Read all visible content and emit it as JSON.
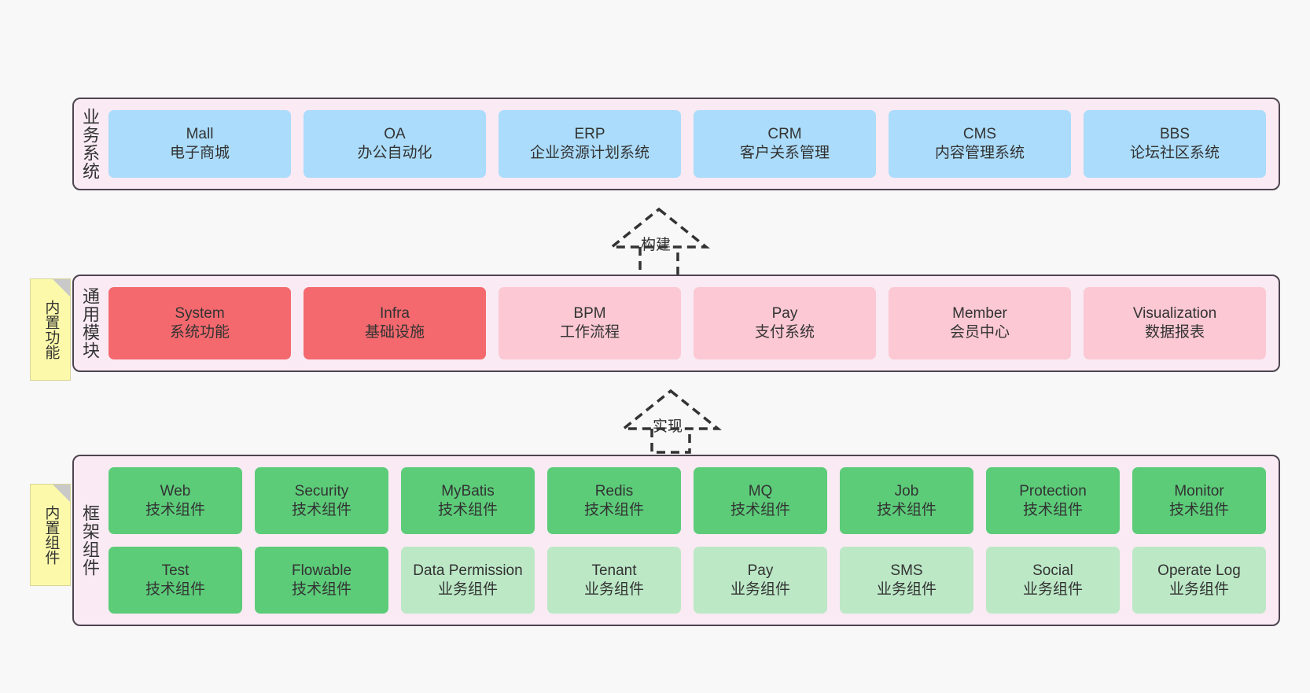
{
  "diagram": {
    "background_color": "#f8f8f8",
    "layer_fill": "#f9eaf3",
    "layer_border": "#4d4450",
    "note_fill": "#fcfaaa"
  },
  "layers": [
    {
      "id": "business-systems",
      "title": "业务系统",
      "rows": [
        {
          "cards": [
            {
              "name": "Mall",
              "subtitle": "电子商城",
              "color": "#abdcfb",
              "style": "c-blue"
            },
            {
              "name": "OA",
              "subtitle": "办公自动化",
              "color": "#abdcfb",
              "style": "c-blue"
            },
            {
              "name": "ERP",
              "subtitle": "企业资源计划系统",
              "color": "#abdcfb",
              "style": "c-blue"
            },
            {
              "name": "CRM",
              "subtitle": "客户关系管理",
              "color": "#abdcfb",
              "style": "c-blue"
            },
            {
              "name": "CMS",
              "subtitle": "内容管理系统",
              "color": "#abdcfb",
              "style": "c-blue"
            },
            {
              "name": "BBS",
              "subtitle": "论坛社区系统",
              "color": "#abdcfb",
              "style": "c-blue"
            }
          ]
        }
      ]
    },
    {
      "id": "common-modules",
      "title": "通用模块",
      "note": "内置功能",
      "rows": [
        {
          "cards": [
            {
              "name": "System",
              "subtitle": "系统功能",
              "color": "#f4696e",
              "style": "c-red"
            },
            {
              "name": "Infra",
              "subtitle": "基础设施",
              "color": "#f4696e",
              "style": "c-red"
            },
            {
              "name": "BPM",
              "subtitle": "工作流程",
              "color": "#fbc8d3",
              "style": "c-pink"
            },
            {
              "name": "Pay",
              "subtitle": "支付系统",
              "color": "#fbc8d3",
              "style": "c-pink"
            },
            {
              "name": "Member",
              "subtitle": "会员中心",
              "color": "#fbc8d3",
              "style": "c-pink"
            },
            {
              "name": "Visualization",
              "subtitle": "数据报表",
              "color": "#fbc8d3",
              "style": "c-pink"
            }
          ]
        }
      ]
    },
    {
      "id": "framework-components",
      "title": "框架组件",
      "note": "内置组件",
      "rows": [
        {
          "cards": [
            {
              "name": "Web",
              "subtitle": "技术组件",
              "color": "#5ccc79",
              "style": "c-green"
            },
            {
              "name": "Security",
              "subtitle": "技术组件",
              "color": "#5ccc79",
              "style": "c-green"
            },
            {
              "name": "MyBatis",
              "subtitle": "技术组件",
              "color": "#5ccc79",
              "style": "c-green"
            },
            {
              "name": "Redis",
              "subtitle": "技术组件",
              "color": "#5ccc79",
              "style": "c-green"
            },
            {
              "name": "MQ",
              "subtitle": "技术组件",
              "color": "#5ccc79",
              "style": "c-green"
            },
            {
              "name": "Job",
              "subtitle": "技术组件",
              "color": "#5ccc79",
              "style": "c-green"
            },
            {
              "name": "Protection",
              "subtitle": "技术组件",
              "color": "#5ccc79",
              "style": "c-green"
            },
            {
              "name": "Monitor",
              "subtitle": "技术组件",
              "color": "#5ccc79",
              "style": "c-green"
            }
          ]
        },
        {
          "cards": [
            {
              "name": "Test",
              "subtitle": "技术组件",
              "color": "#5ccc79",
              "style": "c-green"
            },
            {
              "name": "Flowable",
              "subtitle": "技术组件",
              "color": "#5ccc79",
              "style": "c-green"
            },
            {
              "name": "Data Permission",
              "subtitle": "业务组件",
              "color": "#bce8c6",
              "style": "c-lightgreen"
            },
            {
              "name": "Tenant",
              "subtitle": "业务组件",
              "color": "#bce8c6",
              "style": "c-lightgreen"
            },
            {
              "name": "Pay",
              "subtitle": "业务组件",
              "color": "#bce8c6",
              "style": "c-lightgreen"
            },
            {
              "name": "SMS",
              "subtitle": "业务组件",
              "color": "#bce8c6",
              "style": "c-lightgreen"
            },
            {
              "name": "Social",
              "subtitle": "业务组件",
              "color": "#bce8c6",
              "style": "c-lightgreen"
            },
            {
              "name": "Operate Log",
              "subtitle": "业务组件",
              "color": "#bce8c6",
              "style": "c-lightgreen"
            }
          ]
        }
      ]
    }
  ],
  "connectors": [
    {
      "id": "build",
      "label": "构建",
      "from": "common-modules",
      "to": "business-systems"
    },
    {
      "id": "implement",
      "label": "实现",
      "from": "framework-components",
      "to": "common-modules"
    }
  ]
}
